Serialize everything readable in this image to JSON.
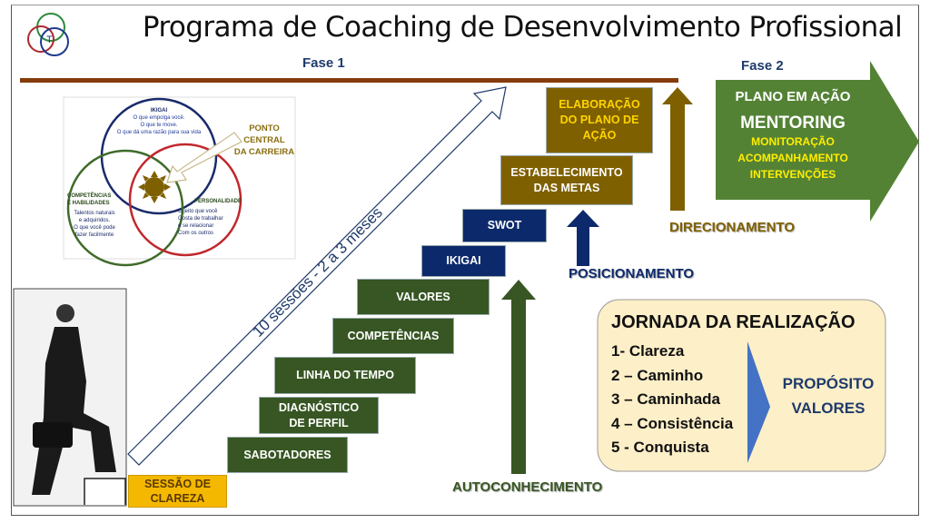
{
  "title": "Programa de Coaching de Desenvolvimento Profissional",
  "fase1": "Fase  1",
  "fase2": "Fase  2",
  "diagonal_label": "10 sessões  -  2 a 3 meses",
  "steps": {
    "clareza": [
      "SESSÃO DE",
      "CLAREZA"
    ],
    "sabotadores": "SABOTADORES",
    "diagnostico": [
      "DIAGNÓSTICO",
      "DE PERFIL"
    ],
    "linha": "LINHA DO TEMPO",
    "competencias": "COMPETÊNCIAS",
    "valores": "VALORES",
    "ikigai": "IKIGAI",
    "swot": "SWOT",
    "metas": [
      "ESTABELECIMENTO",
      "DAS METAS"
    ],
    "elaboracao": [
      "ELABORAÇÃO",
      "DO PLANO DE",
      "AÇÃO"
    ]
  },
  "arrows": {
    "autoconhecimento": "AUTOCONHECIMENTO",
    "posicionamento": "POSICIONAMENTO",
    "direcionamento": "DIRECIONAMENTO"
  },
  "fase2_arrow": {
    "plano": "PLANO EM AÇÃO",
    "mentoring": "MENTORING",
    "items": [
      "MONITORAÇÃO",
      "ACOMPANHAMENTO",
      "INTERVENÇÕES"
    ]
  },
  "ikigai_diagram": {
    "ikigai_title": "IKIGAI",
    "ikigai_lines": [
      "O que empolga você.",
      "O que te move.",
      "O que dá uma razão para sua vida"
    ],
    "comp_title": [
      "COMPETÊNCIAS",
      "E HABILIDADES"
    ],
    "comp_lines": [
      "Talentos naturais",
      "e adquiridos.",
      "O que você pode",
      "fazer facilmente"
    ],
    "pers_title": "PERSONALIDADE",
    "pers_lines": [
      "O jeito que você",
      "Gosta de trabalhar",
      "e se relacionar",
      "Com os outros"
    ],
    "ponto": [
      "PONTO",
      "CENTRAL",
      "DA CARREIRA"
    ]
  },
  "jornada": {
    "title": "JORNADA DA REALIZAÇÃO",
    "items": [
      "1- Clareza",
      "2 – Caminho",
      "3 – Caminhada",
      "4 – Consistência",
      "5 - Conquista"
    ],
    "result": [
      "PROPÓSITO",
      "VALORES"
    ]
  },
  "colors": {
    "green": "#375623",
    "blue": "#0c2a6b",
    "brown": "#7f6000",
    "gold": "#f5b800",
    "line": "#843c0c"
  }
}
